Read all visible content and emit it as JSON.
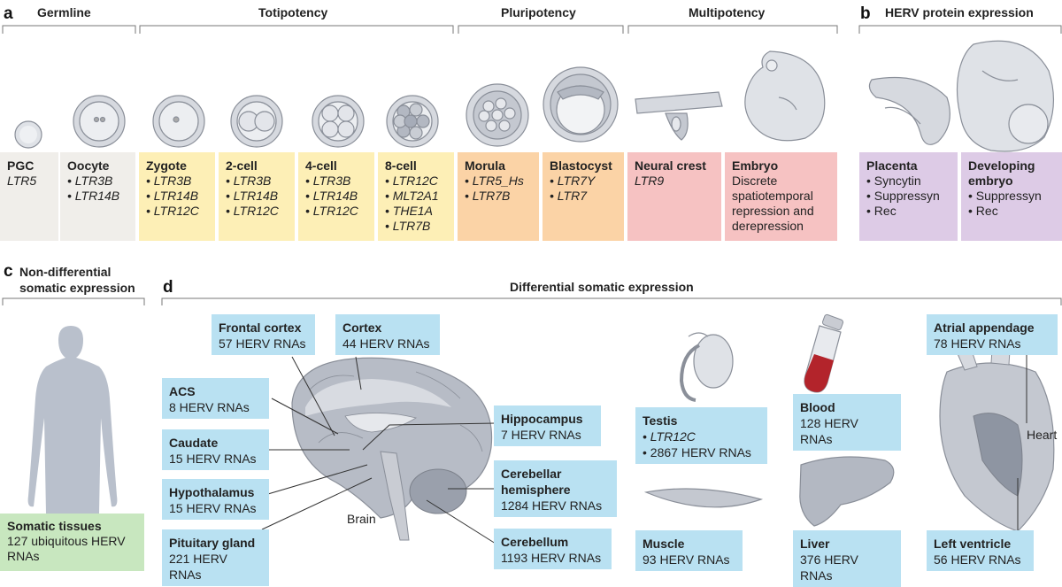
{
  "panels": {
    "a": {
      "letter": "a",
      "headers": {
        "germline": "Germline",
        "totipotency": "Totipotency",
        "pluripotency": "Pluripotency",
        "multipotency": "Multipotency"
      },
      "stages": [
        {
          "title": "PGC",
          "items": [
            "LTR5"
          ]
        },
        {
          "title": "Oocyte",
          "items": [
            "LTR3B",
            "LTR14B"
          ]
        },
        {
          "title": "Zygote",
          "items": [
            "LTR3B",
            "LTR14B",
            "LTR12C"
          ]
        },
        {
          "title": "2-cell",
          "items": [
            "LTR3B",
            "LTR14B",
            "LTR12C"
          ]
        },
        {
          "title": "4-cell",
          "items": [
            "LTR3B",
            "LTR14B",
            "LTR12C"
          ]
        },
        {
          "title": "8-cell",
          "items": [
            "LTR12C",
            "MLT2A1",
            "THE1A",
            "LTR7B"
          ]
        },
        {
          "title": "Morula",
          "items": [
            "LTR5_Hs",
            "LTR7B"
          ]
        },
        {
          "title": "Blastocyst",
          "items": [
            "LTR7Y",
            "LTR7"
          ]
        },
        {
          "title": "Neural crest",
          "items": [
            "LTR9"
          ]
        },
        {
          "title": "Embryo",
          "text": "Discrete spatiotemporal repression and derepression"
        }
      ]
    },
    "b": {
      "letter": "b",
      "header": "HERV protein expression",
      "placenta": {
        "title": "Placenta",
        "items": [
          "Syncytin",
          "Suppressyn",
          "Rec"
        ]
      },
      "developing": {
        "title": "Developing embryo",
        "items": [
          "Suppressyn",
          "Rec"
        ]
      }
    },
    "c": {
      "letter": "c",
      "header": "Non-differential somatic expression",
      "box": {
        "title": "Somatic tissues",
        "text": "127 ubiquitous HERV RNAs"
      }
    },
    "d": {
      "letter": "d",
      "header": "Differential somatic expression",
      "brain_label": "Brain",
      "heart_label": "Heart",
      "regions": {
        "frontal_cortex": {
          "title": "Frontal cortex",
          "text": "57 HERV RNAs"
        },
        "cortex": {
          "title": "Cortex",
          "text": "44 HERV RNAs"
        },
        "acs": {
          "title": "ACS",
          "text": "8 HERV RNAs"
        },
        "caudate": {
          "title": "Caudate",
          "text": "15 HERV RNAs"
        },
        "hypothalamus": {
          "title": "Hypothalamus",
          "text": "15 HERV RNAs"
        },
        "pituitary": {
          "title": "Pituitary gland",
          "text": "221 HERV RNAs"
        },
        "hippocampus": {
          "title": "Hippocampus",
          "text": "7 HERV RNAs"
        },
        "cerebellar_hemisphere": {
          "title": "Cerebellar hemisphere",
          "text": "1284 HERV RNAs"
        },
        "cerebellum": {
          "title": "Cerebellum",
          "text": "1193 HERV RNAs"
        },
        "testis": {
          "title": "Testis",
          "items": [
            "LTR12C",
            "2867 HERV RNAs"
          ]
        },
        "muscle": {
          "title": "Muscle",
          "text": "93 HERV RNAs"
        },
        "blood": {
          "title": "Blood",
          "text": "128 HERV RNAs"
        },
        "liver": {
          "title": "Liver",
          "text": "376 HERV RNAs"
        },
        "atrial": {
          "title": "Atrial appendage",
          "text": "78 HERV RNAs"
        },
        "left_ventricle": {
          "title": "Left ventricle",
          "text": "56 HERV RNAs"
        }
      }
    }
  },
  "colors": {
    "germline": "#f0eeea",
    "totipotency": "#fdefb6",
    "pluripotency": "#fbd3a6",
    "multipotency": "#f6c2c2",
    "herv": "#ddcbe6",
    "somatic": "#c8e7bf",
    "label": "#b9e1f2",
    "illustration": "#c9ccd3",
    "blood": "#b3242b"
  }
}
